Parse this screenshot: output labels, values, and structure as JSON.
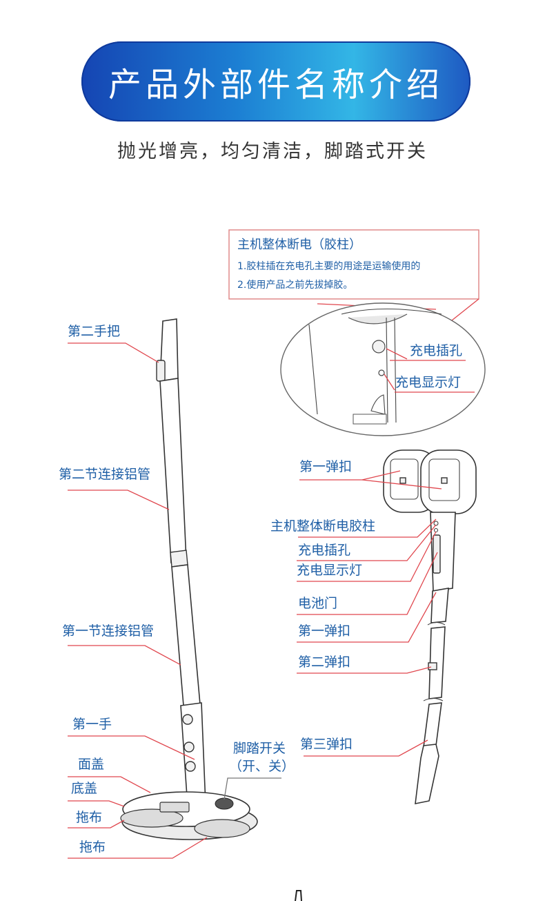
{
  "header": {
    "title": "产品外部件名称介绍",
    "subtitle": "抛光增亮，均匀清洁，脚踏式开关"
  },
  "callout": {
    "title": "主机整体断电（胶柱）",
    "line1": "1.胶柱插在充电孔主要的用途是运输使用的",
    "line2": "2.使用产品之前先拔掉胶。"
  },
  "left_labels": {
    "second_handle": "第二手把",
    "second_tube": "第二节连接铝管",
    "first_tube": "第一节连接铝管",
    "first_handle": "第一手",
    "top_cover": "面盖",
    "bottom_cover": "底盖",
    "mop_1": "拖布",
    "mop_2": "拖布",
    "foot_switch": "脚踏开关",
    "foot_switch_state": "（开、关）"
  },
  "right_labels": {
    "charge_port_zoom": "充电插孔",
    "charge_light_zoom": "充电显示灯",
    "first_clip_top": "第一弹扣",
    "power_pin": "主机整体断电胶柱",
    "charge_port": "充电插孔",
    "charge_light": "充电显示灯",
    "battery_door": "电池门",
    "first_clip": "第一弹扣",
    "second_clip": "第二弹扣",
    "third_clip": "第三弹扣"
  },
  "colors": {
    "title_gradient_start": "#1545b3",
    "title_gradient_mid": "#33b6e6",
    "label_blue": "#1f5fa6",
    "leader_red": "#e0464d",
    "callout_border": "#e08a8a"
  }
}
